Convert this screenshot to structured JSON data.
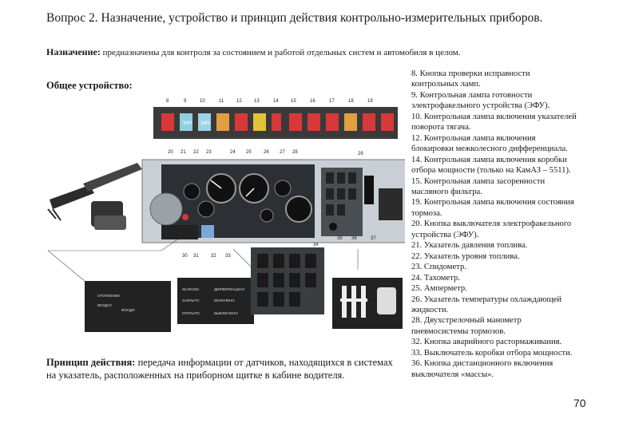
{
  "title": "Вопрос 2. Назначение, устройство и принцип действия контрольно-измерительных приборов.",
  "purpose": {
    "label": "Назначение:",
    "text": " предназначены для контроля за состоянием и работой отдельных систем и автомобиля в целом."
  },
  "general_heading": "Общее устройство:",
  "principle": {
    "label": "Принцип действия:",
    "text": " передача информации от датчиков, находящихся в системах на указатель, расположенных на приборном щитке в кабине водителя."
  },
  "legend": [
    "8. Кнопка проверки исправности",
    "контрольных ламп.",
    "9. Контрольная лампа готовности",
    "электрофакельного устройства (ЭФУ).",
    "10. Контрольная лампа включения указателей",
    "поворота тягача.",
    "12. Контрольная лампа включения",
    "блокировки межколесного дифференциала.",
    "14. Контрольная лампа включения коробки",
    "отбора мощности (только на КамАЗ – 5511).",
    "15. Контрольная лампа засоренности",
    "масляного фильтра.",
    "19. Контрольная лампа включения состояния",
    "тормоза.",
    "20. Кнопка выключателя электрофакельного",
    "устройства (ЭФУ).",
    "21. Указатель давления топлива.",
    "22. Указатель уровня топлива.",
    "23. Спидометр.",
    "24. Тахометр.",
    "25. Амперметр.",
    "26. Указатель температуры охлаждающей",
    "жидкости.",
    "28. Двухстрелочный манометр",
    "пневмосистемы тормозов.",
    "32. Кнопка аварийного растормаживания.",
    "33. Выключатель коробки отбора мощности.",
    "36. Кнопка дистанционного включения",
    "выключателя «массы»."
  ],
  "page_number": "70",
  "figure": {
    "top_numbers": [
      "8",
      "9",
      "10",
      "11",
      "12",
      "13",
      "14",
      "15",
      "16",
      "17",
      "18",
      "19"
    ],
    "mid_numbers": [
      "20",
      "21",
      "22",
      "23",
      "24",
      "25",
      "26",
      "27",
      "28",
      "29"
    ],
    "bottom_numbers": [
      "30",
      "31",
      "32",
      "33",
      "34",
      "35",
      "36",
      "37"
    ],
    "lamp_icons": [
      "ЭФУ",
      "",
      "ЭФУ"
    ],
    "panel_labels": {
      "left_top": "ОТОПЛЕНИЕ",
      "left_mid": "ВОЗДУХ",
      "left_bot": "ФОНДЯ",
      "mid_top": "ЖАЛЮЗИ",
      "mid_right": "ДИФФЕРЕНЦИАЛ",
      "mid_mid": "ЗАКРЫТО",
      "mid_mid2": "ВКЛЮЧЕНО",
      "mid_bot": "ОТКРЫТО",
      "mid_bot2": "ВЫКЛЮЧЕНО"
    }
  }
}
